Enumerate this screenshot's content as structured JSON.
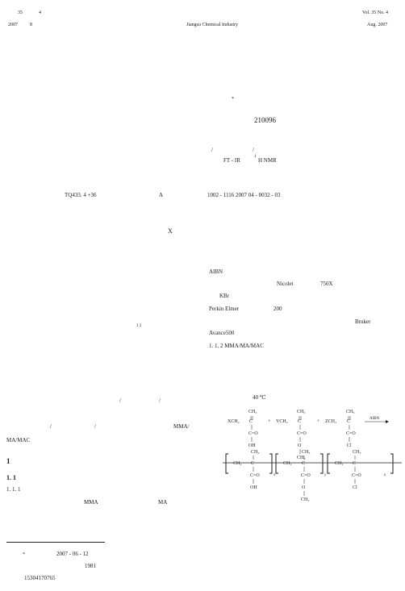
{
  "header": {
    "vol_cn": "35",
    "issue_cn": "4",
    "year_cn": "2007",
    "month_cn": "8",
    "journal": "Jiangsu Chemical Industry",
    "vol_en": "Vol. 35  No. 4",
    "date_en": "Aug. 2007"
  },
  "front": {
    "author_mark": "*",
    "postcode": "210096",
    "abs_sep1": "/",
    "abs_sep2": "/",
    "abs_methods": "FT - IR",
    "abs_nmr_sup": "1",
    "abs_nmr": "H NMR",
    "clc": "TQ433. 4 +36",
    "doc_code": "A",
    "article_id": "1002 - 1116  2007  04 - 0032 - 03",
    "title_en_x": "X"
  },
  "left": {
    "ref_sup": "1 2",
    "intro_sep1": "/",
    "intro_sep2": "/",
    "intro_sep3": "/",
    "intro_sep4": "/",
    "intro_mma": "MMA/",
    "intro_mama": "MA/MAC",
    "sec1": "1",
    "sec11": "1. 1",
    "sec111": "1. 1. 1",
    "mma": "MMA",
    "ma": "MA",
    "fn_mark": "*",
    "fn_date": "2007 - 06 - 12",
    "fn_year": "1981",
    "fn_phone": "15304170765"
  },
  "right": {
    "aibn": "AIBN",
    "nicolet": "Nicolet",
    "model750": "750X",
    "kbr": "KBr",
    "perkin": "Perkin  Elmer",
    "p200": "200",
    "bruker": "Bruker",
    "avance": "Avance500",
    "sec112": "1. 1. 2    MMA/MA/MAC",
    "temp": "40  ℃"
  },
  "scheme": {
    "ch3": "CH₃",
    "ch2": "CH₂",
    "c": "C",
    "co": "C=O",
    "oh": "OH",
    "o": "O",
    "cl": "Cl",
    "xch2": "XCH₂",
    "ych2": "YCH₂",
    "zch2": "ZCH₂",
    "plus": "+",
    "aibn": "AIBN",
    "x": "x",
    "y": "y",
    "z": "z"
  }
}
